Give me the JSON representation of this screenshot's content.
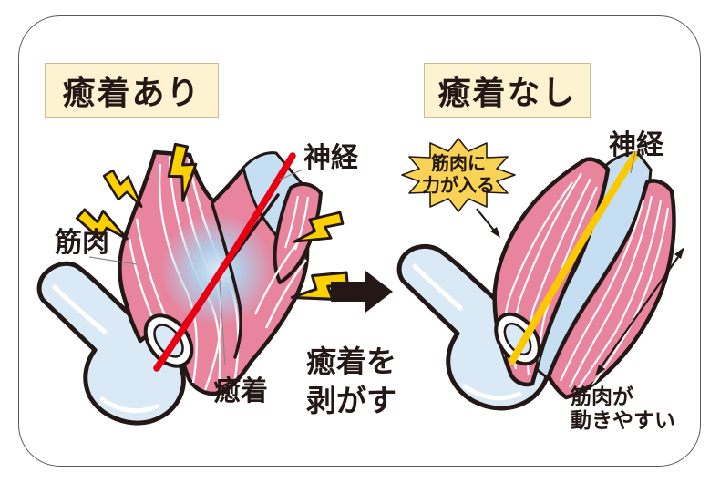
{
  "colors": {
    "background": "#ffffff",
    "frame_line": "#595757",
    "text_dark": "#231815",
    "title_box_bg": "#fdf3d0",
    "title_box_border": "#c9bd92",
    "muscle_pink": "#e8849e",
    "outline_dark": "#231815",
    "striation_white": "#ffffff",
    "bone_blue": "#d9e9f5",
    "channel_blue": "#c5def2",
    "adhesion_blue": "#aed2ec",
    "adhesion_core": "#d8e9f6",
    "nerve_red": "#e60012",
    "nerve_yellow": "#fcc800",
    "bolt_yellow": "#fdd000",
    "starburst_yellow": "#f8d355",
    "pointer_gray": "#898989"
  },
  "left_panel": {
    "title": "癒着あり",
    "labels": {
      "nerve": "神経",
      "muscle": "筋肉",
      "adhesion": "癒着"
    }
  },
  "center": {
    "caption_line1": "癒着を",
    "caption_line2": "剥がす"
  },
  "right_panel": {
    "title": "癒着なし",
    "labels": {
      "nerve": "神経"
    },
    "callout": {
      "line1": "筋肉に",
      "line2": "力が入る"
    },
    "annotation": {
      "line1": "筋肉が",
      "line2": "動きやすい"
    }
  },
  "icons": {
    "transform_arrow": "right-arrow",
    "movement_arrow": "double-headed-arrow",
    "pain": "lightning-bolt",
    "emphasis": "starburst"
  }
}
